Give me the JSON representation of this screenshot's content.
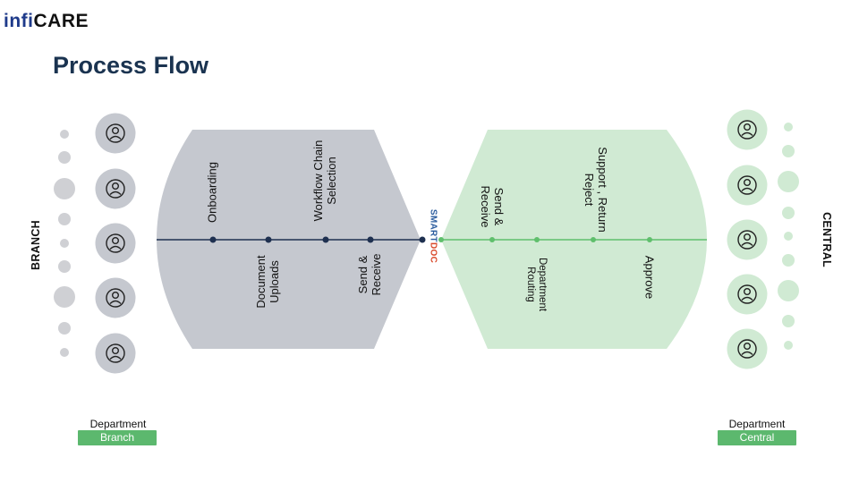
{
  "logo": {
    "part1": "infi",
    "part2": "CARE"
  },
  "title": "Process Flow",
  "side_labels": {
    "left": "BRANCH",
    "right": "CENTRAL"
  },
  "departments": {
    "left": {
      "label": "Department",
      "badge": "Branch"
    },
    "right": {
      "label": "Department",
      "badge": "Central"
    }
  },
  "branch_steps": [
    {
      "l1": "Onboarding",
      "l2": ""
    },
    {
      "l1": "Document",
      "l2": "Uploads"
    },
    {
      "l1": "Workflow Chain",
      "l2": "Selection"
    },
    {
      "l1": "Send &",
      "l2": "Receive"
    }
  ],
  "central_steps": [
    {
      "l1": "Send &",
      "l2": "Receive"
    },
    {
      "l1": "Department",
      "l2": "Routing"
    },
    {
      "l1": "Support , Return",
      "l2": "Reject"
    },
    {
      "l1": "Approve",
      "l2": ""
    }
  ],
  "hub": {
    "part1": "SMART",
    "part2": "DOC"
  },
  "colors": {
    "branch_fill": "#c5c8cf",
    "central_fill": "#d0ead3",
    "branch_line": "#1e3050",
    "central_line": "#5fbf6c",
    "badge": "#5cb86e",
    "title": "#1a3350"
  }
}
